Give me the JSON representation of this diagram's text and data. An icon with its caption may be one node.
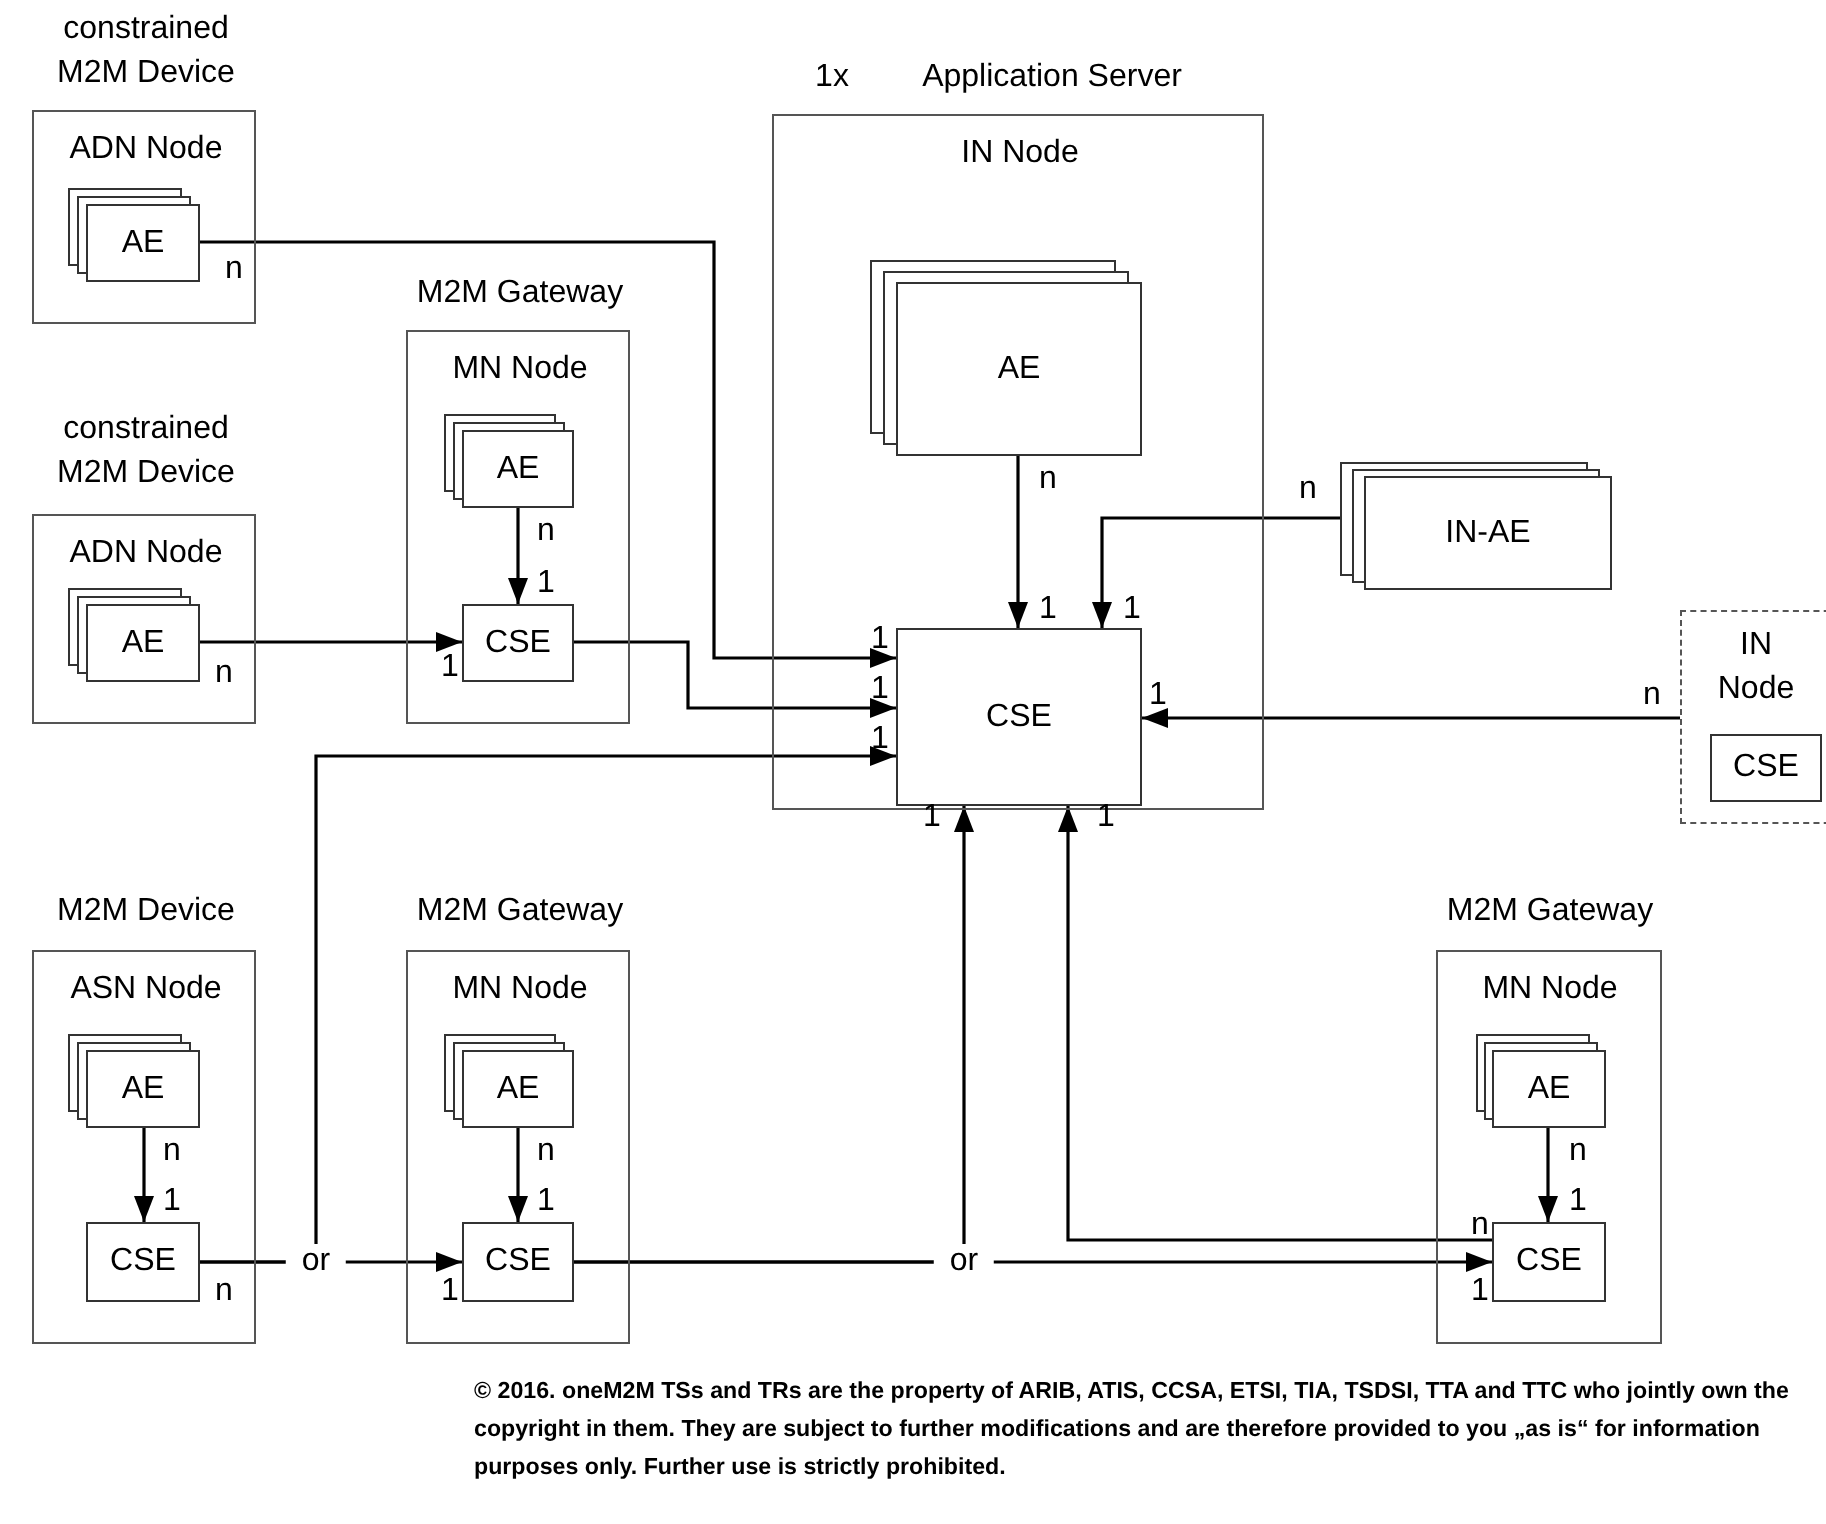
{
  "diagram": {
    "nodes": [
      {
        "text": [
          "constrained M2M Device",
          "ADN Node"
        ]
      },
      {
        "text": [
          "AE"
        ],
        "in": 0
      },
      {
        "text": [
          "M2M Gateway",
          "MN Node"
        ]
      },
      {
        "text": [
          "AE"
        ],
        "in": 2
      },
      {
        "text": [
          "CSE"
        ],
        "in": 2
      },
      {
        "text": [
          "constrained M2M Device",
          "ADN Node"
        ]
      },
      {
        "text": [
          "AE"
        ],
        "in": 5
      },
      {
        "text": [
          "1x",
          "Application Server",
          "IN Node"
        ]
      },
      {
        "text": [
          "AE"
        ],
        "in": 7
      },
      {
        "text": [
          "CSE"
        ],
        "in": 7
      },
      {
        "text": [
          "IN-AE"
        ]
      },
      {
        "text": [
          "IN Node"
        ]
      },
      {
        "text": [
          "CSE"
        ],
        "in": 11
      },
      {
        "text": [
          "M2M Device",
          "ASN Node"
        ]
      },
      {
        "text": [
          "AE"
        ],
        "in": 13
      },
      {
        "text": [
          "CSE"
        ],
        "in": 13
      },
      {
        "text": [
          "M2M Gateway",
          "MN Node"
        ]
      },
      {
        "text": [
          "AE"
        ],
        "in": 16
      },
      {
        "text": [
          "CSE"
        ],
        "in": 16
      },
      {
        "text": [
          "M2M Gateway",
          "MN Node"
        ]
      },
      {
        "text": [
          "AE"
        ],
        "in": 19
      },
      {
        "text": [
          "CSE"
        ],
        "in": 19
      }
    ],
    "edges": [
      {
        "from": 1,
        "to": 9,
        "arrow": "to"
      },
      {
        "from": 6,
        "to": 4,
        "arrow": "to"
      },
      {
        "from": 3,
        "to": 4,
        "arrow": "to"
      },
      {
        "from": 4,
        "to": 9,
        "arrow": "to"
      },
      {
        "from": 15,
        "to": 9,
        "arrow": "to"
      },
      {
        "from": 15,
        "to": 18,
        "arrow": "to",
        "label": "or"
      },
      {
        "from": 18,
        "to": 9,
        "arrow": "to"
      },
      {
        "from": 18,
        "to": 21,
        "arrow": "to",
        "label": "or"
      },
      {
        "from": 21,
        "to": 9,
        "arrow": "to"
      },
      {
        "from": 14,
        "to": 15,
        "arrow": "to"
      },
      {
        "from": 17,
        "to": 18,
        "arrow": "to"
      },
      {
        "from": 20,
        "to": 21,
        "arrow": "to"
      },
      {
        "from": 8,
        "to": 9,
        "arrow": "to"
      },
      {
        "from": 10,
        "to": 9,
        "arrow": "to"
      },
      {
        "from": 11,
        "to": 9,
        "arrow": "to"
      }
    ],
    "labels": [
      "n",
      "n",
      "n",
      "n",
      "1",
      "1",
      "1",
      "1",
      "n",
      "1",
      "1",
      "1",
      "n",
      "1",
      "1",
      "1",
      "n",
      "n",
      "n",
      "1",
      "1",
      "1",
      "n",
      "n",
      "1",
      "1",
      "© 2016. oneM2M TSs and TRs are the property of ARIB, ATIS, CCSA, ETSI, TIA, TSDSI, TTA and TTC who jointly own the copyright in them. They are subject to further modifications and are therefore provided to you „as is“ for information purposes only. Further use is strictly prohibited."
    ]
  }
}
